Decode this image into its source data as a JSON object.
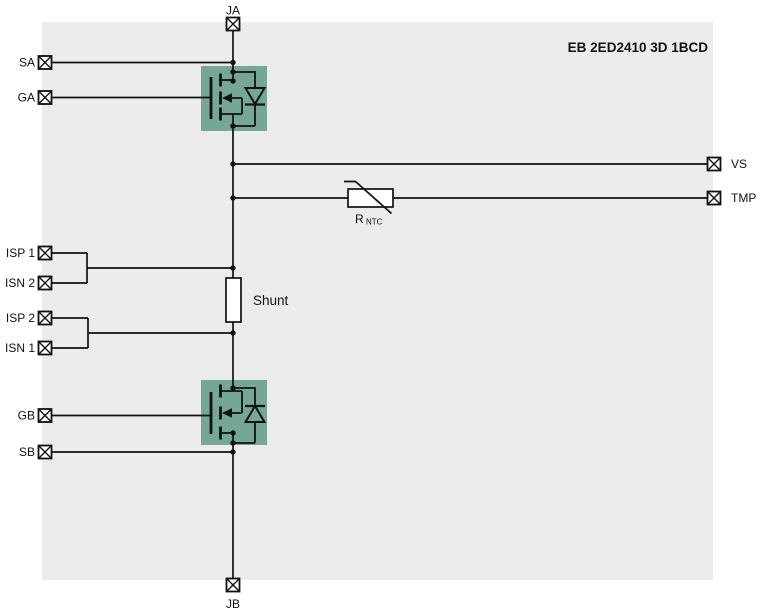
{
  "title": "EB 2ED2410 3D 1BCD",
  "terminals": {
    "ja": "JA",
    "sa": "SA",
    "ga": "GA",
    "isp1": "ISP 1",
    "isn2": "ISN 2",
    "isp2": "ISP 2",
    "isn1": "ISN 1",
    "gb": "GB",
    "sb": "SB",
    "jb": "JB",
    "vs": "VS",
    "tmp": "TMP"
  },
  "components": {
    "shunt_label": "Shunt",
    "ntc_label": "R",
    "ntc_label_sub": "NTC"
  },
  "colors": {
    "board_bg": "#ECECEC",
    "mosfet_highlight": "#76A794",
    "wire": "#111111"
  }
}
